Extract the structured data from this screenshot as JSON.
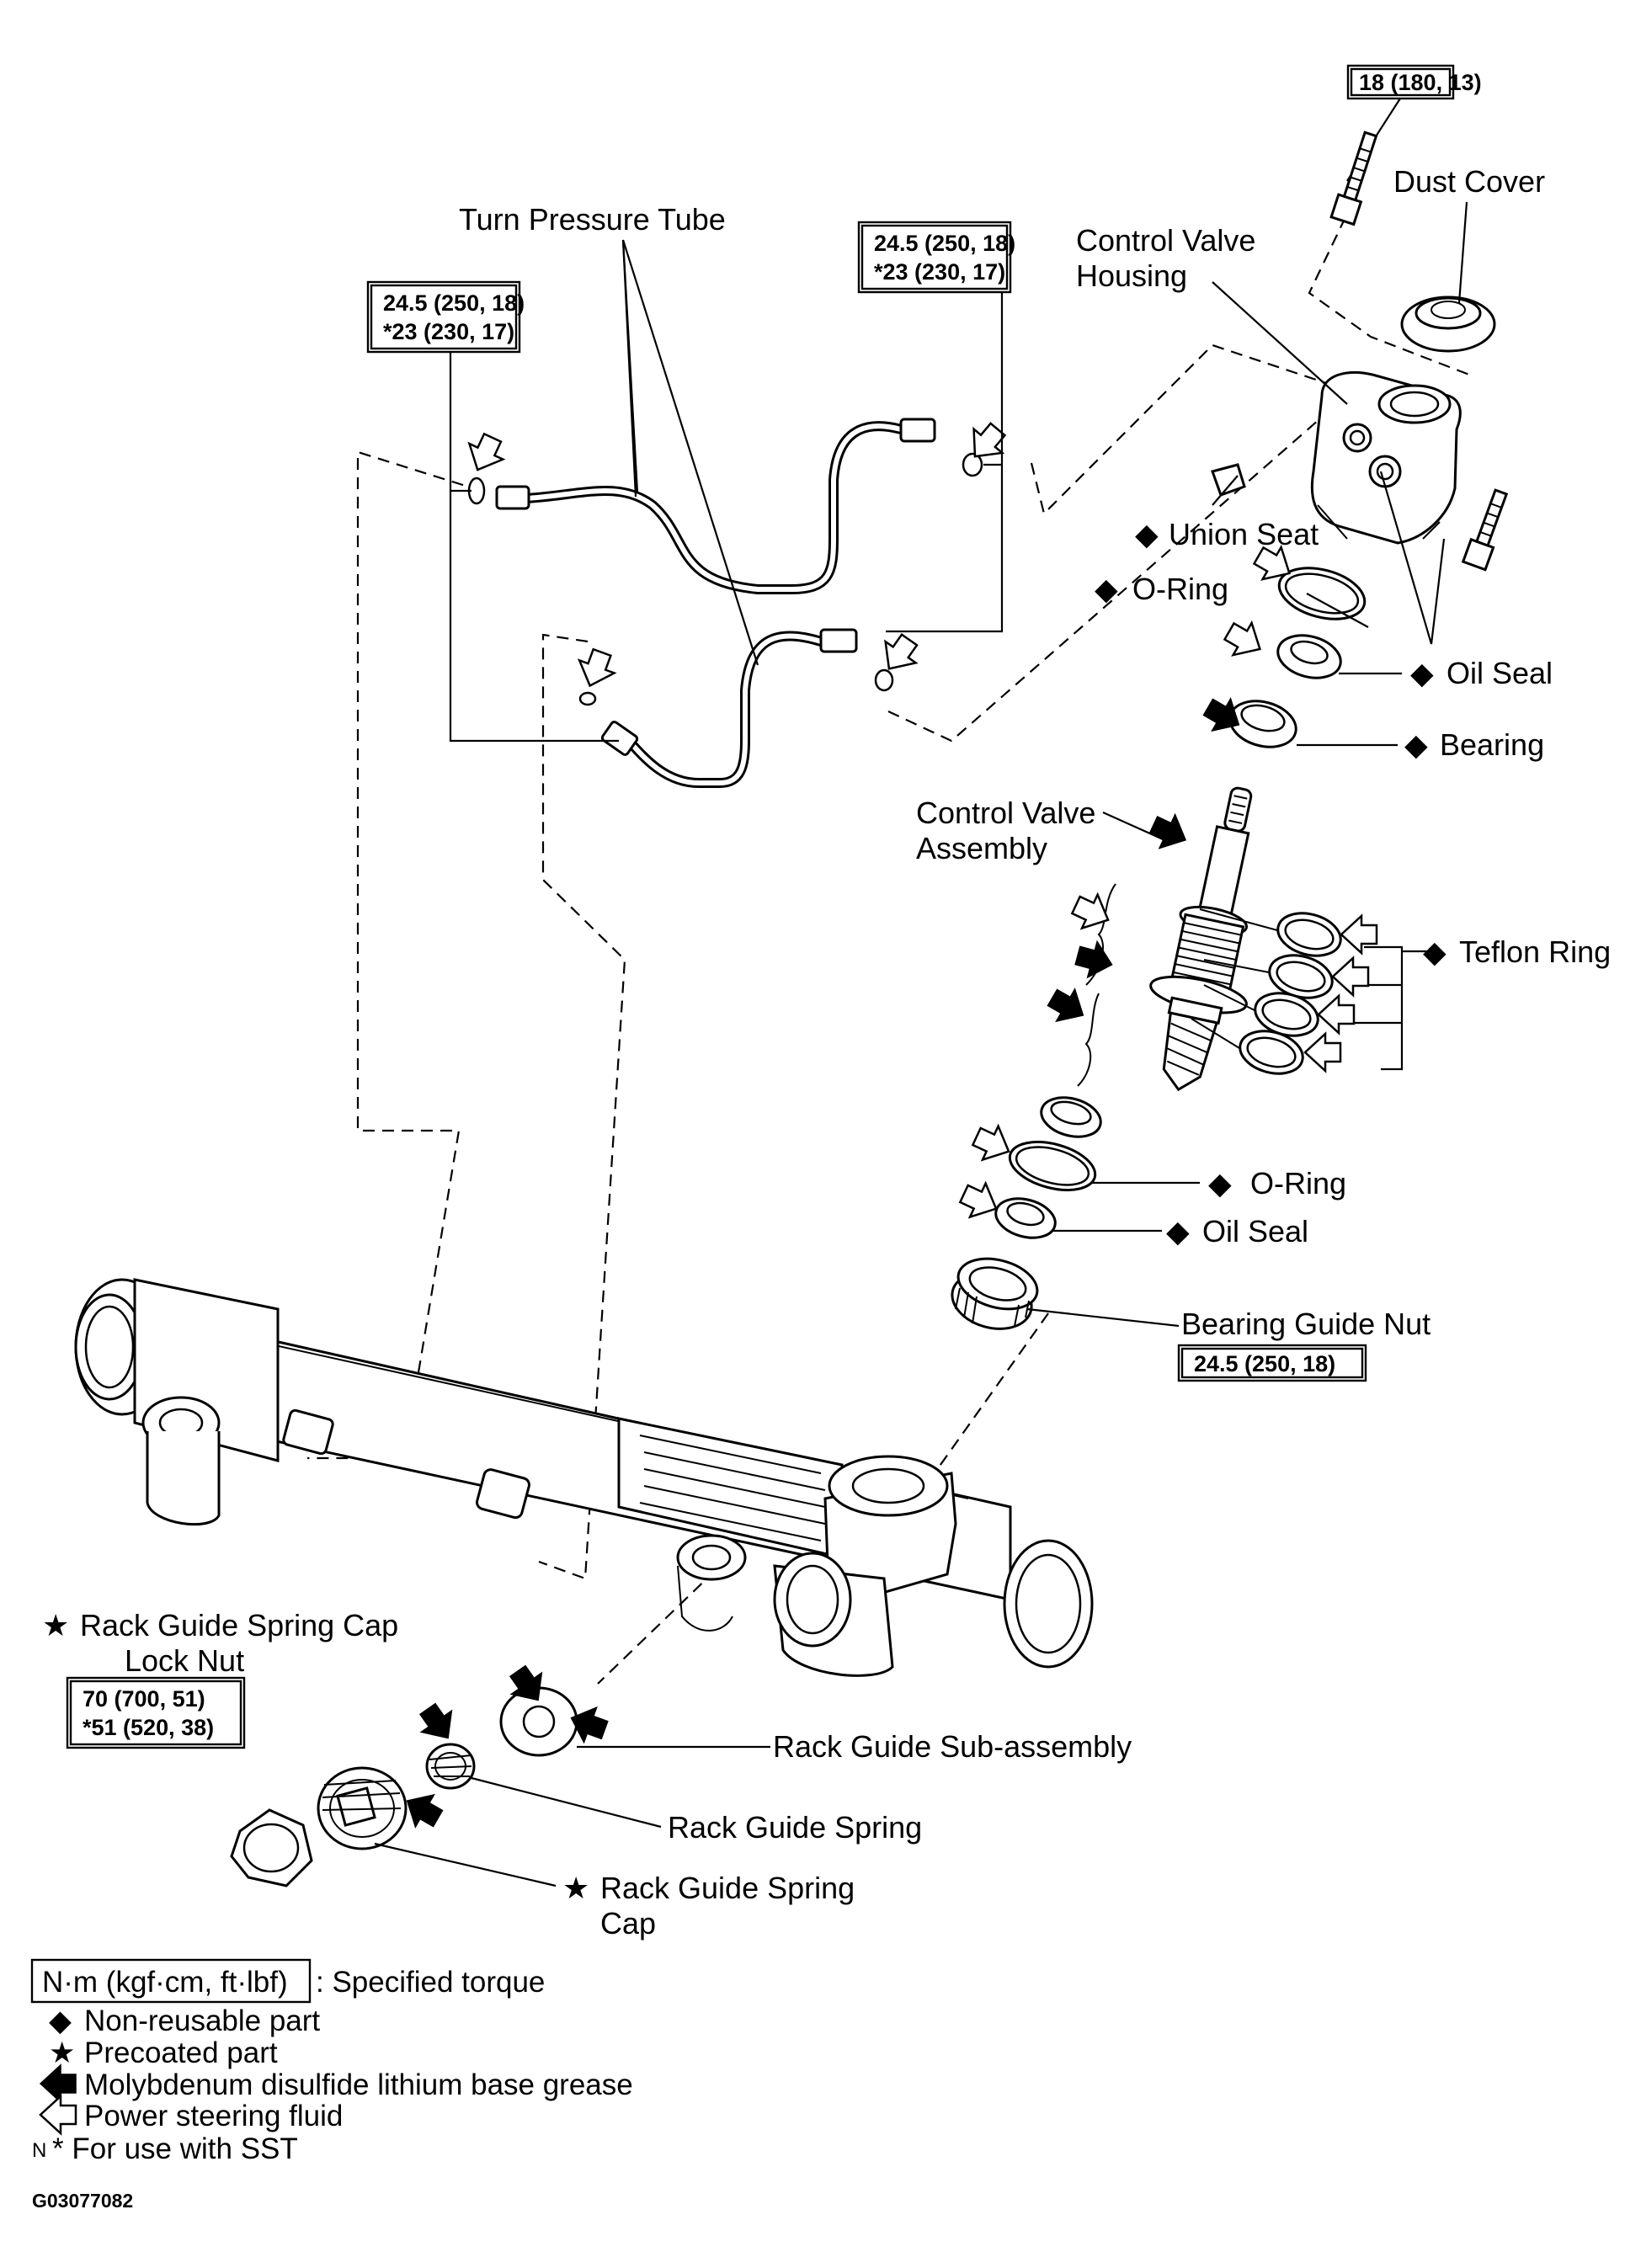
{
  "labels": {
    "turn_pressure_tube": "Turn Pressure Tube",
    "dust_cover": "Dust Cover",
    "control_valve_housing_1": "Control Valve",
    "control_valve_housing_2": "Housing",
    "union_seat": "Union Seat",
    "o_ring_upper": "O-Ring",
    "oil_seal_upper": "Oil Seal",
    "bearing": "Bearing",
    "control_valve_assembly_1": "Control Valve",
    "control_valve_assembly_2": "Assembly",
    "teflon_ring": "Teflon Ring",
    "o_ring_lower": "O-Ring",
    "oil_seal_lower": "Oil Seal",
    "bearing_guide_nut": "Bearing Guide Nut",
    "rack_guide_lock_nut_1": "Rack Guide Spring Cap",
    "rack_guide_lock_nut_2": "Lock Nut",
    "rack_guide_sub_assembly": "Rack Guide Sub-assembly",
    "rack_guide_spring": "Rack Guide Spring",
    "rack_guide_spring_cap_1": "Rack Guide Spring",
    "rack_guide_spring_cap_2": "Cap"
  },
  "symbols": {
    "non_reusable": "◆",
    "precoated": "★"
  },
  "torques": {
    "dust_cover_bolt": "18 (180, 13)",
    "tube_right_1": "24.5 (250, 18)",
    "tube_right_2": "*23 (230, 17)",
    "tube_left_1": "24.5 (250, 18)",
    "tube_left_2": "*23 (230, 17)",
    "bearing_guide_nut": "24.5 (250, 18)",
    "lock_nut_1": "70 (700, 51)",
    "lock_nut_2": "*51 (520, 38)"
  },
  "legend": {
    "torque_unit": "N·m (kgf·cm, ft·lbf)",
    "torque_desc": ": Specified torque",
    "non_reusable": "Non-reusable part",
    "precoated": "Precoated part",
    "grease": "Molybdenum disulfide lithium base grease",
    "fluid": "Power steering fluid",
    "sst_prefix": "N",
    "sst": "* For use with SST"
  },
  "figure_code": "G03077082"
}
